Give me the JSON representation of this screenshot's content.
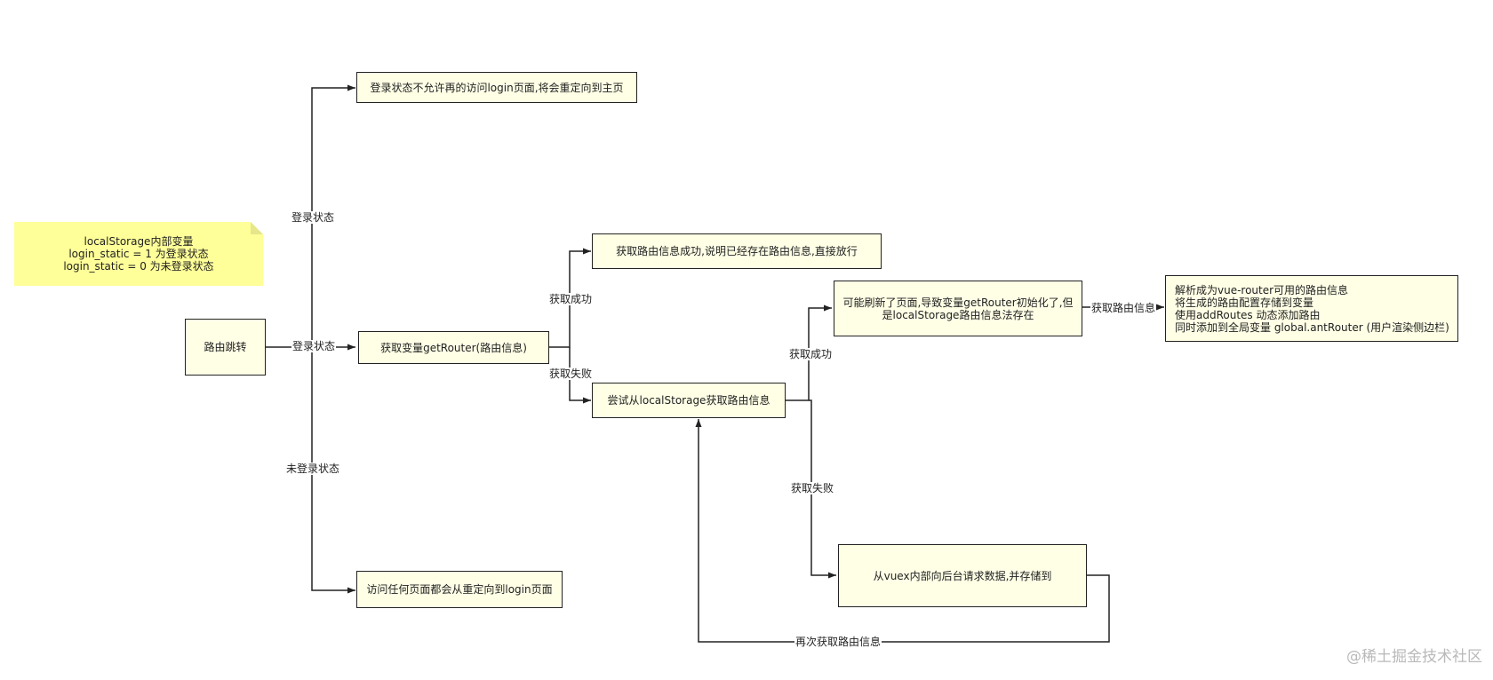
{
  "note": {
    "lines": "localStorage内部变量\nlogin_static = 1 为登录状态\nlogin_static = 0 为未登录状态"
  },
  "nodes": {
    "route_jump": "路由跳转",
    "logged_in_redirect": "登录状态不允许再的访问login页面,将会重定向到主页",
    "get_router": "获取变量getRouter(路由信息)",
    "not_logged_redirect": "访问任何页面都会从重定向到login页面",
    "success_pass": "获取路由信息成功,说明已经存在路由信息,直接放行",
    "try_localstorage": "尝试从localStorage获取路由信息",
    "refresh_reset": "可能刷新了页面,导致变量getRouter初始化了,但\n是localStorage路由信息法存在",
    "parse_router": "解析成为vue-router可用的路由信息\n将生成的路由配置存储到变量\n使用addRoutes 动态添加路由\n同时添加到全局变量 global.antRouter (用户渲染侧边栏)",
    "vuex_request": "从vuex内部向后台请求数据,并存储到"
  },
  "edge_labels": {
    "logged_in_top": "登录状态",
    "logged_in_mid": "登录状态",
    "not_logged_in": "未登录状态",
    "get_success": "获取成功",
    "get_fail": "获取失败",
    "ls_success": "获取成功",
    "ls_fail": "获取失败",
    "get_route_info": "获取路由信息",
    "retry": "再次获取路由信息"
  },
  "watermark": "@稀土掘金技术社区"
}
